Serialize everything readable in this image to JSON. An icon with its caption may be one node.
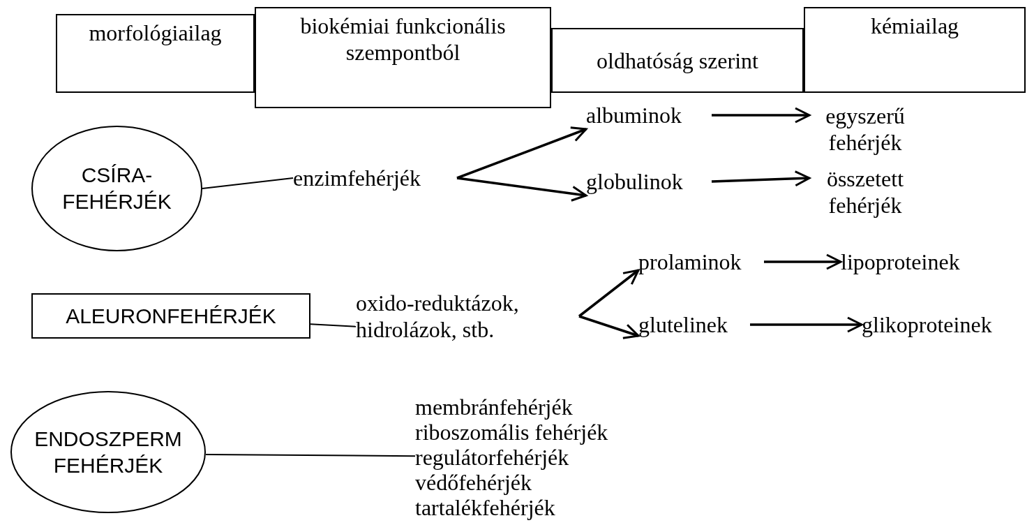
{
  "diagram": {
    "nodes": [
      {
        "text": [
          "morfológiailag"
        ]
      },
      {
        "text": [
          "biokémiai funkcionális szempontból"
        ]
      },
      {
        "text": [
          "oldhatóság szerint"
        ]
      },
      {
        "text": [
          "kémiailag"
        ]
      },
      {
        "text": [
          "CSÍRA- FEHÉRJÉK"
        ]
      },
      {
        "text": [
          "enzimfehérjék"
        ]
      },
      {
        "text": [
          "albuminok"
        ]
      },
      {
        "text": [
          "globulinok"
        ]
      },
      {
        "text": [
          "egyszerű fehérjék"
        ]
      },
      {
        "text": [
          "összetett fehérjék"
        ]
      },
      {
        "text": [
          "ALEURONFEHÉRJÉK"
        ]
      },
      {
        "text": [
          "oxido-reduktázok, hidrolázok, stb."
        ]
      },
      {
        "text": [
          "prolaminok"
        ]
      },
      {
        "text": [
          "lipoproteinek"
        ]
      },
      {
        "text": [
          "glutelinek"
        ]
      },
      {
        "text": [
          "glikoproteinek"
        ]
      },
      {
        "text": [
          "ENDOSZPERM FEHÉRJÉK"
        ]
      },
      {
        "text": [
          "membránfehérjék",
          "riboszomális fehérjék",
          "regulátorfehérjék",
          "védőfehérjék",
          "tartalékfehérjék"
        ]
      }
    ],
    "edges": [
      {
        "from": 4,
        "to": 5,
        "arrow": "none"
      },
      {
        "from": 5,
        "to": 6,
        "arrow": "to"
      },
      {
        "from": 5,
        "to": 7,
        "arrow": "to"
      },
      {
        "from": 6,
        "to": 8,
        "arrow": "to"
      },
      {
        "from": 7,
        "to": 9,
        "arrow": "to"
      },
      {
        "from": 10,
        "to": 11,
        "arrow": "none"
      },
      {
        "from": 11,
        "to": 12,
        "arrow": "to"
      },
      {
        "from": 11,
        "to": 14,
        "arrow": "to"
      },
      {
        "from": 12,
        "to": 13,
        "arrow": "to"
      },
      {
        "from": 14,
        "to": 15,
        "arrow": "to"
      },
      {
        "from": 16,
        "to": 17,
        "arrow": "none"
      }
    ]
  }
}
